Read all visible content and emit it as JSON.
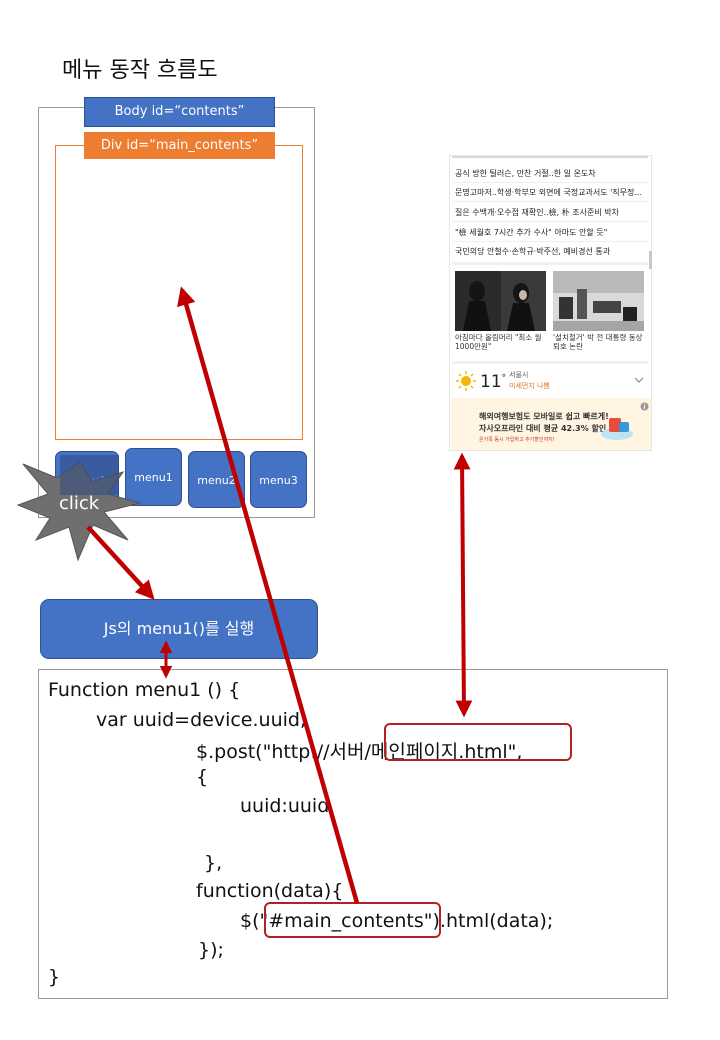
{
  "title": "메뉴 동작 흐름도",
  "app": {
    "body_label": "Body id=“contents”",
    "div_label": "Div  id=“main_contents”",
    "menus": [
      "menu1",
      "menu1",
      "menu2",
      "menu3"
    ],
    "click_label": "click"
  },
  "js_box": "Js의 menu1()를 실행",
  "code": {
    "line1": "Function menu1 () {",
    "line2": "var uuid=device.uuid;",
    "line3": "$.post(\"http://서버/메인페이지.html\",",
    "line4": "{",
    "line5": "uuid:uuid",
    "line6": " },",
    "line7": "function(data){",
    "line8": "$(\"#main_contents\").html(data);",
    "line9": "});",
    "line10": "}"
  },
  "screenshot": {
    "news": [
      "공식 방한 틸러슨, 만찬 거절..한 일 온도차",
      "문명고마저..학생·학부모 외면에 국정교과서도 '직무정...",
      "질은 수백개·오수접 재확인..檢, 朴 조사준비 박차",
      "\"檢 세월호 7시간 추가 수사\" 아마도 안할 듯\"",
      "국민의당 안철수·손학규·박주선, 예비경선 통과"
    ],
    "captions": [
      "아침마다 올림머리 \"최소 월 1000만원\"",
      "'설치철거' 박 전 대통령 동상 퇴호 논란"
    ],
    "weather_temp": "11",
    "weather_deg": "°",
    "weather_city": "서울시",
    "weather_dust": "미세먼지 나쁨",
    "ad_line1": "해외여행보험도 모바일로 쉽고 빠르게!",
    "ad_line2": "자사오프라인 대비 평균 42.3% 할인",
    "ad_line3": "온가족 동시 가입하고 추가할인까지!"
  },
  "colors": {
    "body_blue": "#4472c4",
    "div_orange": "#ed7d31",
    "arrow_red": "#c00000",
    "burst_gray": "#6f6f6f"
  }
}
